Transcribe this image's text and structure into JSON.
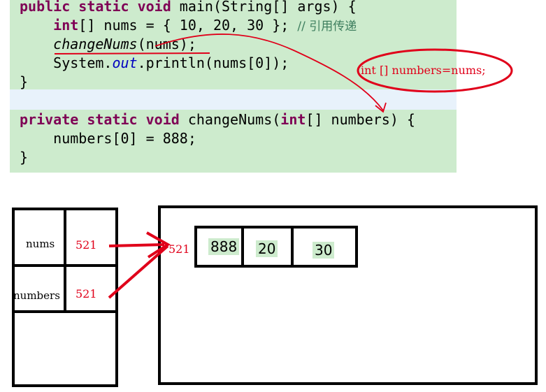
{
  "code": {
    "line1": {
      "kw": "public static void",
      "rest": " main(String[] args) {"
    },
    "line2": {
      "indent": "    ",
      "kw": "int",
      "rest": "[] nums = { 10, 20, 30 }; ",
      "comment": "// 引用传递"
    },
    "line3": {
      "indent": "    ",
      "call": "changeNums",
      "rest": "(nums);"
    },
    "line4": {
      "indent": "    ",
      "pre": "System.",
      "field": "out",
      "rest": ".println(nums[0]);"
    },
    "line5": {
      "text": "}"
    },
    "line6": {
      "kw": "private static void",
      "mid": " changeNums(",
      "kw2": "int",
      "rest": "[] numbers) {"
    },
    "line7": {
      "text": "    numbers[0] = 888;"
    },
    "line8": {
      "text": "}"
    }
  },
  "annotation": "int [] numbers=nums;",
  "stack": {
    "rows": [
      {
        "label": "nums",
        "value": "521"
      },
      {
        "label": "numbers",
        "value": "521"
      }
    ]
  },
  "heap": {
    "address": "521",
    "cells": [
      "888",
      "20",
      "30"
    ]
  },
  "colors": {
    "annotation": "#e0001a",
    "code_bg": "#cdebcd",
    "keyword": "#7f0055"
  }
}
